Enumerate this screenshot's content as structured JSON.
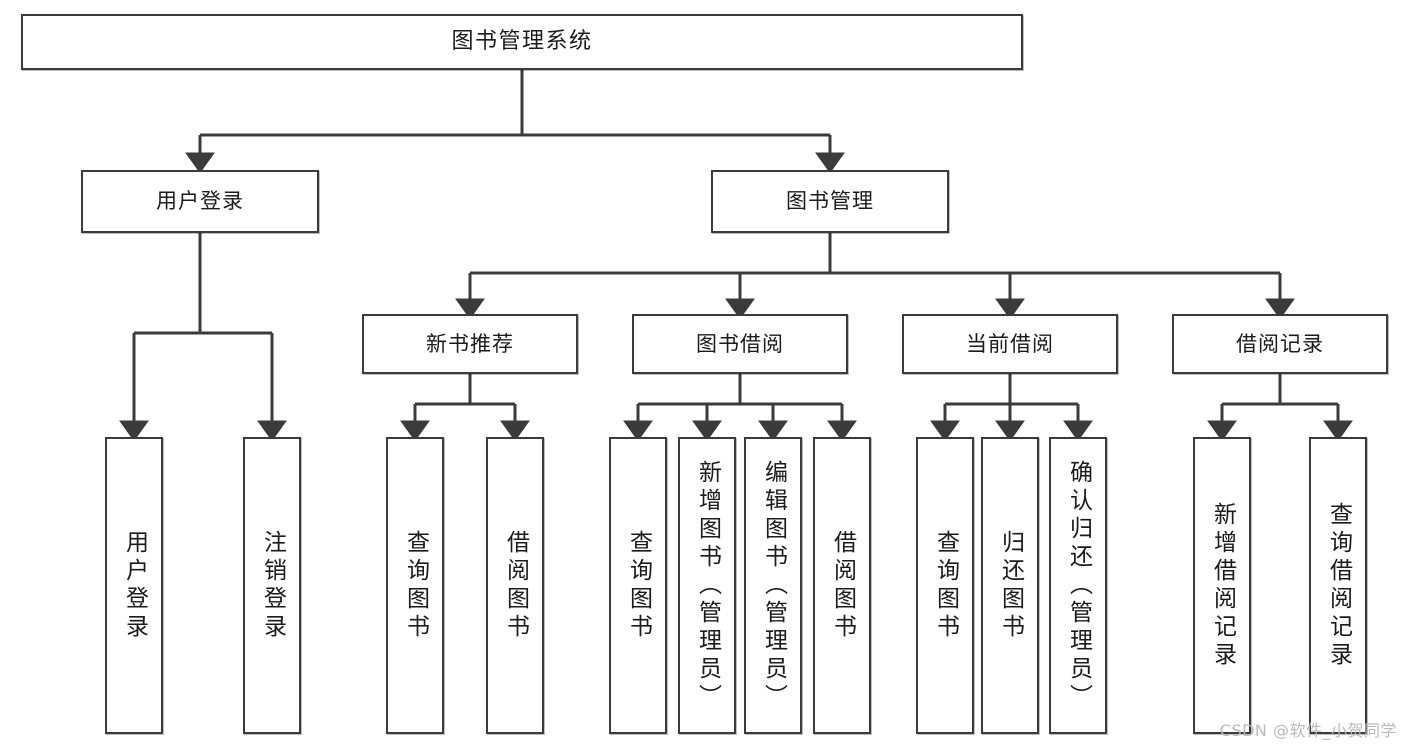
{
  "diagram": {
    "type": "tree-hierarchy",
    "title": "图书管理系统",
    "watermark": "CSDN @软件_小贺同学",
    "colors": {
      "box_border": "#3b3b3b",
      "box_fill": "#ffffff",
      "connector": "#3b3b3b",
      "text": "#1b1b1b",
      "watermark": "#b9b9b9"
    },
    "levels": {
      "root": {
        "label": "图书管理系统"
      },
      "level1": [
        {
          "id": "user-login",
          "label": "用户登录"
        },
        {
          "id": "book-manage",
          "label": "图书管理"
        }
      ],
      "level2": [
        {
          "id": "new-book-recommend",
          "label": "新书推荐",
          "parent": "book-manage"
        },
        {
          "id": "book-borrow",
          "label": "图书借阅",
          "parent": "book-manage"
        },
        {
          "id": "current-borrow",
          "label": "当前借阅",
          "parent": "book-manage"
        },
        {
          "id": "borrow-record",
          "label": "借阅记录",
          "parent": "book-manage"
        }
      ],
      "leaves": [
        {
          "id": "leaf-user-login",
          "label": "用户登录",
          "parent": "user-login"
        },
        {
          "id": "leaf-user-logout",
          "label": "注销登录",
          "parent": "user-login"
        },
        {
          "id": "leaf-query-book-1",
          "label": "查询图书",
          "parent": "new-book-recommend"
        },
        {
          "id": "leaf-borrow-book-1",
          "label": "借阅图书",
          "parent": "new-book-recommend"
        },
        {
          "id": "leaf-query-book-2",
          "label": "查询图书",
          "parent": "book-borrow"
        },
        {
          "id": "leaf-add-book",
          "label": "新增图书（管理员）",
          "parent": "book-borrow"
        },
        {
          "id": "leaf-edit-book",
          "label": "编辑图书（管理员）",
          "parent": "book-borrow"
        },
        {
          "id": "leaf-borrow-book-2",
          "label": "借阅图书",
          "parent": "book-borrow"
        },
        {
          "id": "leaf-query-book-3",
          "label": "查询图书",
          "parent": "current-borrow"
        },
        {
          "id": "leaf-return-book",
          "label": "归还图书",
          "parent": "current-borrow"
        },
        {
          "id": "leaf-confirm-return",
          "label": "确认归还（管理员）",
          "parent": "current-borrow"
        },
        {
          "id": "leaf-add-record",
          "label": "新增借阅记录",
          "parent": "borrow-record"
        },
        {
          "id": "leaf-query-record",
          "label": "查询借阅记录",
          "parent": "borrow-record"
        }
      ]
    }
  }
}
